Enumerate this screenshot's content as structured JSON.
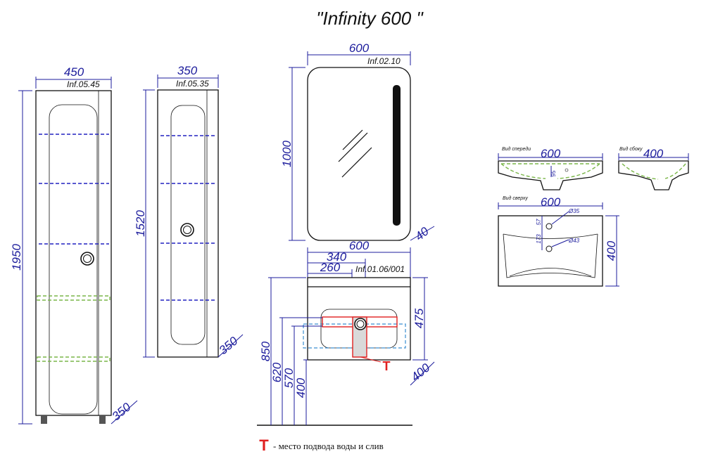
{
  "title": "\"Infinity 600 \"",
  "tall_cabinet": {
    "model": "Inf.05.45",
    "width": "450",
    "height": "1950",
    "depth": "350"
  },
  "medium_cabinet": {
    "model": "Inf.05.35",
    "width": "350",
    "height": "1520",
    "depth": "350"
  },
  "mirror": {
    "model": "Inf.02.10",
    "width": "600",
    "height": "1000",
    "depth": "40"
  },
  "vanity": {
    "model": "Inf.01.06/001",
    "width": "600",
    "offset_340": "340",
    "offset_260": "260",
    "cabinet_height": "475",
    "depth": "400",
    "mount_heights": [
      "850",
      "620",
      "570",
      "400"
    ],
    "marker": "T"
  },
  "sink": {
    "front_view_label": "Вид спереди",
    "side_view_label": "Вид сбоку",
    "top_view_label": "Вид сверху",
    "front_width": "600",
    "front_depth_label": "95",
    "side_width": "400",
    "top_width": "600",
    "top_depth": "400",
    "hole_1": "Ø35",
    "hole_2": "Ø43",
    "dim_57": "57",
    "dim_173": "173"
  },
  "legend": {
    "marker": "T",
    "text": "- место подвода воды и слив"
  },
  "colors": {
    "dimension": "#1c1c9c",
    "shelf": "#2020c0",
    "green_shelf": "#7ab648",
    "marker_red": "#e02020",
    "pipe_fill": "#d9d9d9"
  }
}
